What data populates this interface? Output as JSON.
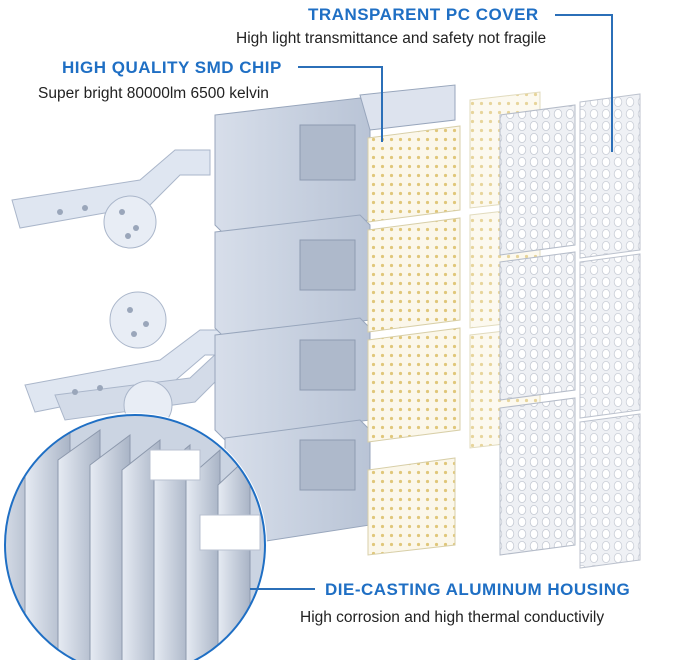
{
  "colors": {
    "heading": "#1f6fc4",
    "subtext": "#222222",
    "leader": "#2b6fb8",
    "housing": "#c9d3e4",
    "led_panel": "#fbf7ea",
    "led_dot": "#e0c77a",
    "pc_cover": "#e7eaf0"
  },
  "callouts": {
    "pc_cover": {
      "title": "TRANSPARENT PC COVER",
      "desc": "High light transmittance and safety not fragile"
    },
    "smd_chip": {
      "title": "HIGH QUALITY SMD CHIP",
      "desc": "Super bright 80000lm 6500 kelvin"
    },
    "housing": {
      "title": "DIE-CASTING ALUMINUM HOUSING",
      "desc": "High corrosion and high thermal conductivily"
    }
  }
}
